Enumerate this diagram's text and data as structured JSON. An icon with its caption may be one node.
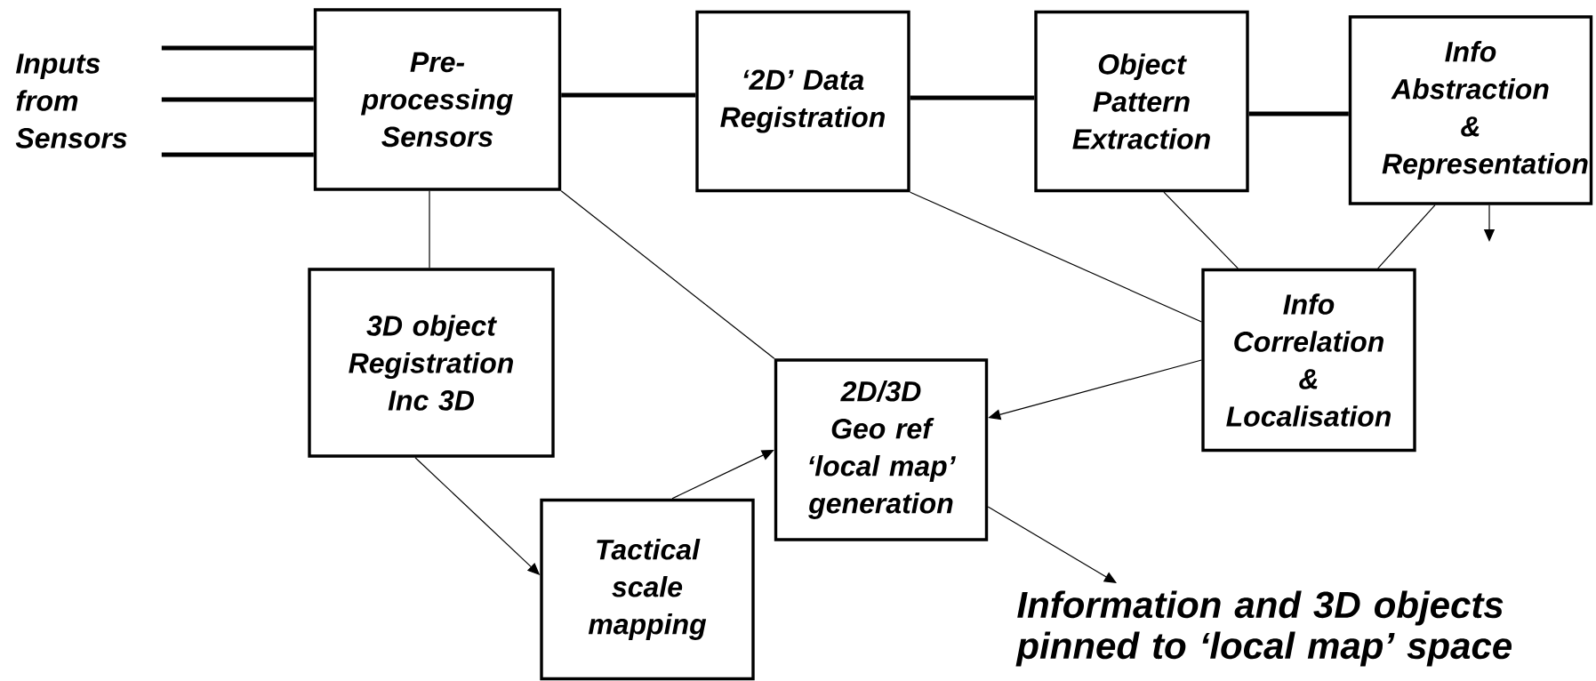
{
  "diagram": {
    "nodes": [
      {
        "text": [
          "Inputs from Sensors"
        ]
      },
      {
        "text": [
          "Pre-processing Sensors"
        ]
      },
      {
        "text": [
          "‘2D’ Data Registration"
        ]
      },
      {
        "text": [
          "Object Pattern Extraction"
        ]
      },
      {
        "text": [
          "Info Abstraction & Representation"
        ]
      },
      {
        "text": [
          "3D object Registration Inc 3D"
        ]
      },
      {
        "text": [
          "Info Correlation & Localisation"
        ]
      },
      {
        "text": [
          "2D/3D Geo ref ‘local map’ generation"
        ]
      },
      {
        "text": [
          "Tactical scale mapping"
        ]
      },
      {
        "text": [
          "Information and 3D objects pinned to ‘local map’ space"
        ]
      }
    ],
    "edges": [
      {
        "from": 0,
        "to": 1,
        "arrow": "none",
        "style": "thick"
      },
      {
        "from": 0,
        "to": 1,
        "arrow": "none",
        "style": "thick"
      },
      {
        "from": 0,
        "to": 1,
        "arrow": "none",
        "style": "thick"
      },
      {
        "from": 1,
        "to": 2,
        "arrow": "none",
        "style": "thick"
      },
      {
        "from": 2,
        "to": 3,
        "arrow": "none",
        "style": "thick"
      },
      {
        "from": 3,
        "to": 4,
        "arrow": "none",
        "style": "thick"
      },
      {
        "from": 1,
        "to": 5,
        "arrow": "none"
      },
      {
        "from": 1,
        "to": 7,
        "arrow": "none"
      },
      {
        "from": 2,
        "to": 6,
        "arrow": "none"
      },
      {
        "from": 3,
        "to": 6,
        "arrow": "none"
      },
      {
        "from": 4,
        "to": 6,
        "arrow": "none"
      },
      {
        "from": 4,
        "to": null,
        "arrow": "to"
      },
      {
        "from": 6,
        "to": 7,
        "arrow": "to"
      },
      {
        "from": 5,
        "to": 8,
        "arrow": "to"
      },
      {
        "from": 8,
        "to": 7,
        "arrow": "to"
      },
      {
        "from": 7,
        "to": 9,
        "arrow": "to"
      }
    ]
  }
}
